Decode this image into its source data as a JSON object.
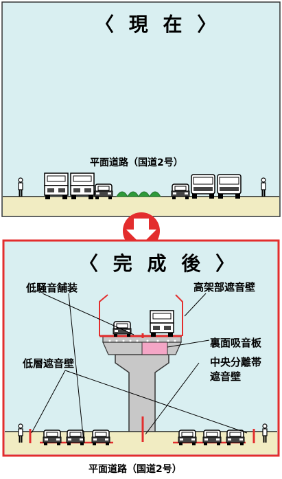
{
  "colors": {
    "sky": "#d9eff1",
    "ground": "#f1ecc2",
    "accent_red": "#e32d2d",
    "pink": "#f4a6c6",
    "concrete": "#c8c8c8",
    "trees": "#2f9a3a"
  },
  "icons": [
    "down-arrow-icon",
    "car-icon",
    "truck-icon",
    "pedestrian-icon",
    "tree-icon"
  ],
  "current": {
    "title": "〈 現 在 〉",
    "road_label": "平面道路（国道2号）"
  },
  "completed": {
    "title": "〈 完 成 後 〉",
    "labels": {
      "low_noise_pavement": "低騒音舗装",
      "elevated_wall": "高架部遮音壁",
      "underside_absorber": "裏面吸音板",
      "median_wall_line1": "中央分離帯",
      "median_wall_line2": "遮音壁",
      "low_wall": "低層遮音壁"
    },
    "road_label": "平面道路（国道2号）"
  }
}
